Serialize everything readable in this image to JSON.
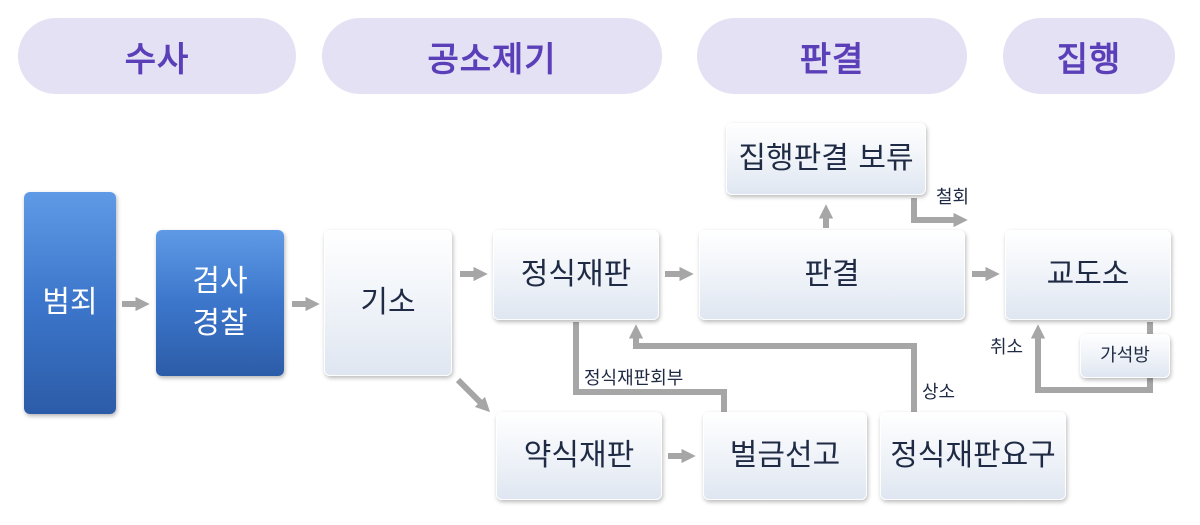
{
  "stages": {
    "investigation": "수사",
    "prosecution": "공소제기",
    "judgment": "판결",
    "execution": "집행"
  },
  "nodes": {
    "crime": "범죄",
    "prosecutor_line1": "검사",
    "prosecutor_line2": "경찰",
    "indictment": "기소",
    "formal_trial": "정식재판",
    "judgment": "판결",
    "suspended_execution": "집행판결 보류",
    "prison": "교도소",
    "parole": "가석방",
    "summary_trial": "약식재판",
    "fine_sentence": "벌금선고",
    "formal_trial_request": "정식재판요구"
  },
  "edge_labels": {
    "withdraw": "철회",
    "revoke": "취소",
    "referral": "정식재판회부",
    "appeal": "상소"
  },
  "colors": {
    "stage_bg": "#e4e1f4",
    "stage_text": "#5a3fb8",
    "blue_box": "#3c76cb",
    "arrow": "#a6a6a6"
  }
}
